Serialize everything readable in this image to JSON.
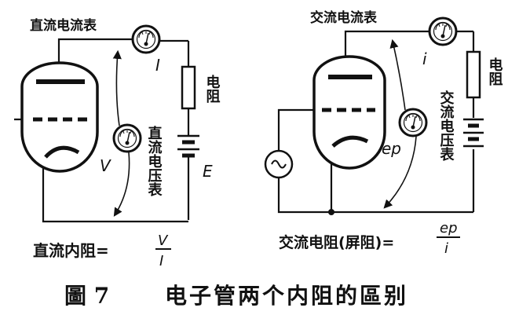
{
  "figure": {
    "caption_number": "圖 7",
    "caption_title": "电子管两个内阻的區别"
  },
  "left_circuit": {
    "meter_title": "直流电流表",
    "current_symbol": "I",
    "resistor_label": "电阻",
    "voltage_symbol": "V",
    "battery_symbol": "E",
    "voltmeter_label": "直流电压表",
    "formula_prefix": "直流内阻=",
    "formula_num": "V",
    "formula_den": "I"
  },
  "right_circuit": {
    "meter_title": "交流电流表",
    "current_symbol": "i",
    "resistor_label": "电阻",
    "voltage_symbol": "ep",
    "voltmeter_label": "交流电压表",
    "formula_prefix": "交流电阻(屏阻)=",
    "formula_num": "ep",
    "formula_den": "i"
  }
}
